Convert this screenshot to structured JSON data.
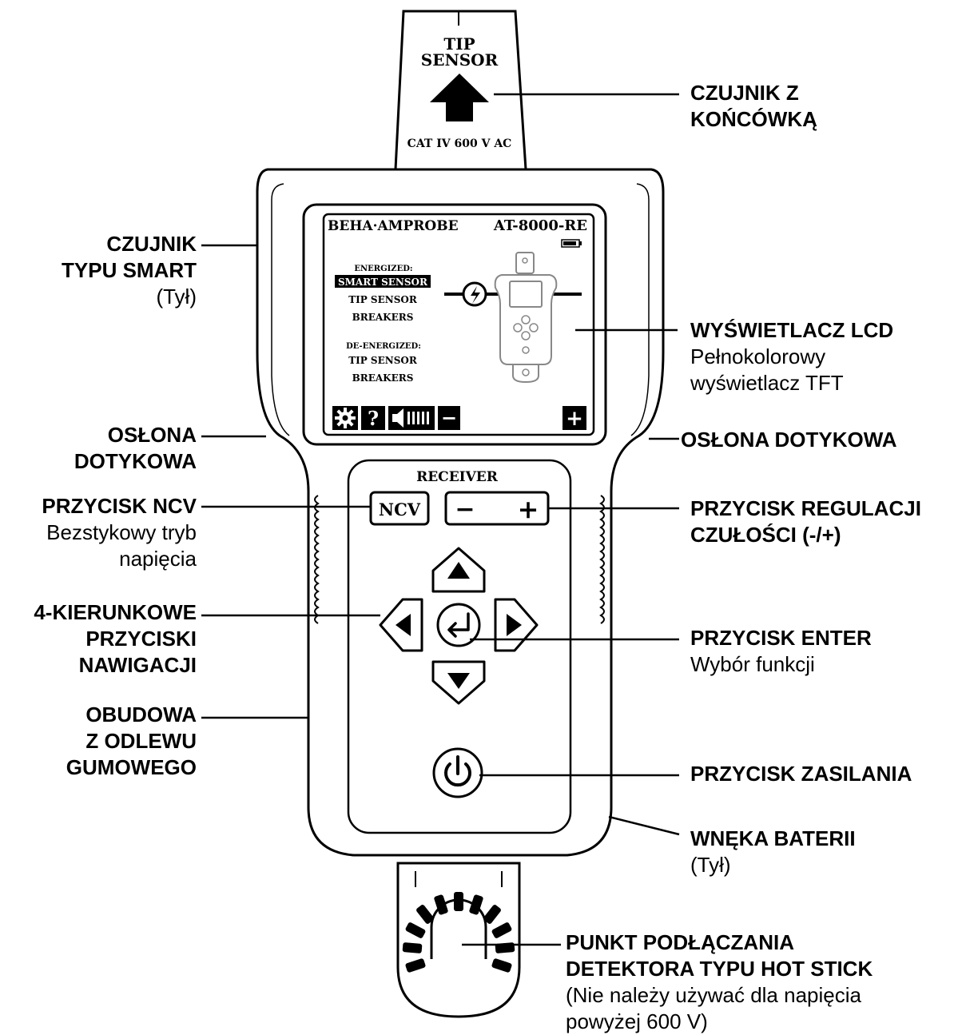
{
  "device": {
    "brand": "BEHA·AMPROBE",
    "model": "AT-8000-RE",
    "tip_label_1": "TIP",
    "tip_label_2": "SENSOR",
    "rating": "CAT IV 600 V AC",
    "receiver_label": "RECEIVER",
    "ncv_label": "NCV",
    "minus_label": "−",
    "plus_label": "+"
  },
  "screen": {
    "energized_heading": "ENERGIZED:",
    "menu_energized": [
      "SMART SENSOR",
      "TIP SENSOR",
      "BREAKERS"
    ],
    "deenergized_heading": "DE-ENERGIZED:",
    "menu_deenergized": [
      "TIP SENSOR",
      "BREAKERS"
    ],
    "toolbar": {
      "help_label": "?",
      "minus_label": "−",
      "plus_label": "+",
      "settings_icon": "gear-icon",
      "volume_icon": "speaker-icon"
    }
  },
  "callouts": {
    "tip_sensor": {
      "title_1": "CZUJNIK Z",
      "title_2": "KOŃCÓWKĄ"
    },
    "smart_sensor": {
      "title_1": "CZUJNIK",
      "title_2": "TYPU SMART",
      "desc": "(Tył)"
    },
    "lcd": {
      "title": "WYŚWIETLACZ LCD",
      "desc_1": "Pełnokolorowy",
      "desc_2": "wyświetlacz TFT"
    },
    "guard_left": {
      "title_1": "OSŁONA",
      "title_2": "DOTYKOWA"
    },
    "guard_right": {
      "title": "OSŁONA DOTYKOWA"
    },
    "ncv_button": {
      "title": "PRZYCISK NCV",
      "desc_1": "Bezstykowy tryb",
      "desc_2": "napięcia"
    },
    "sensitivity": {
      "title_1": "PRZYCISK REGULACJI",
      "title_2": "CZUŁOŚCI (-/+)"
    },
    "nav_buttons": {
      "title_1": "4-KIERUNKOWE",
      "title_2": "PRZYCISKI",
      "title_3": "NAWIGACJI"
    },
    "enter_button": {
      "title": "PRZYCISK ENTER",
      "desc": "Wybór funkcji"
    },
    "housing": {
      "title_1": "OBUDOWA",
      "title_2": "Z ODLEWU",
      "title_3": "GUMOWEGO"
    },
    "power_button": {
      "title": "PRZYCISK ZASILANIA"
    },
    "battery": {
      "title": "WNĘKA BATERII",
      "desc": "(Tył)"
    },
    "hot_stick": {
      "title_1": "PUNKT PODŁĄCZANIA",
      "title_2": "DETEKTORA TYPU HOT STICK",
      "desc_1": "(Nie należy używać dla napięcia",
      "desc_2": "powyżej 600 V)"
    }
  }
}
